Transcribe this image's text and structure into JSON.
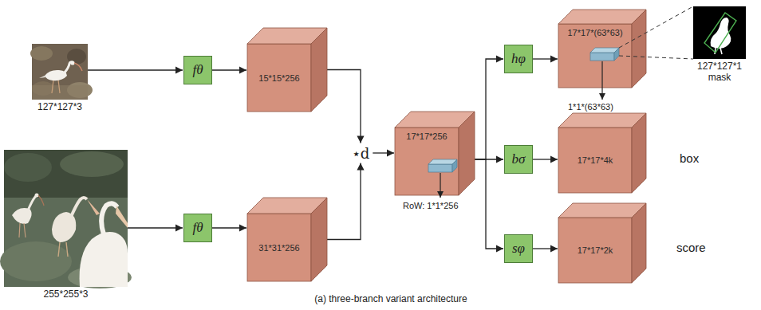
{
  "diagram": {
    "caption": "(a) three-branch variant architecture",
    "nodes": [
      {
        "text": [
          "127*127*3"
        ]
      },
      {
        "text": [
          "fθ"
        ]
      },
      {
        "text": [
          "15*15*256"
        ]
      },
      {
        "text": [
          "255*255*3"
        ]
      },
      {
        "text": [
          "fθ"
        ]
      },
      {
        "text": [
          "31*31*256"
        ]
      },
      {
        "text": [
          "⋆d"
        ]
      },
      {
        "text": [
          "17*17*256"
        ]
      },
      {
        "text": [
          "hφ"
        ]
      },
      {
        "text": [
          "17*17*(63*63)"
        ]
      },
      {
        "text": [
          "127*127*1 mask"
        ]
      },
      {
        "text": [
          "bσ"
        ]
      },
      {
        "text": [
          "17*17*4k"
        ]
      },
      {
        "text": [
          "sφ"
        ]
      },
      {
        "text": [
          "17*17*2k"
        ]
      }
    ],
    "edges": [
      {
        "from": 0,
        "to": 1,
        "arrow": "to"
      },
      {
        "from": 1,
        "to": 2,
        "arrow": "to"
      },
      {
        "from": 3,
        "to": 4,
        "arrow": "to"
      },
      {
        "from": 4,
        "to": 5,
        "arrow": "to"
      },
      {
        "from": 2,
        "to": 6,
        "arrow": "to"
      },
      {
        "from": 5,
        "to": 6,
        "arrow": "to"
      },
      {
        "from": 6,
        "to": 7,
        "arrow": "to"
      },
      {
        "from": 7,
        "to": 8,
        "arrow": "to"
      },
      {
        "from": 8,
        "to": 9,
        "arrow": "to"
      },
      {
        "from": 7,
        "to": 11,
        "arrow": "to"
      },
      {
        "from": 11,
        "to": 12,
        "arrow": "to"
      },
      {
        "from": 7,
        "to": 13,
        "arrow": "to"
      },
      {
        "from": 13,
        "to": 14,
        "arrow": "to"
      }
    ],
    "labels": [
      "RoW: 1*1*256",
      "1*1*(63*63)",
      "box",
      "score"
    ]
  }
}
